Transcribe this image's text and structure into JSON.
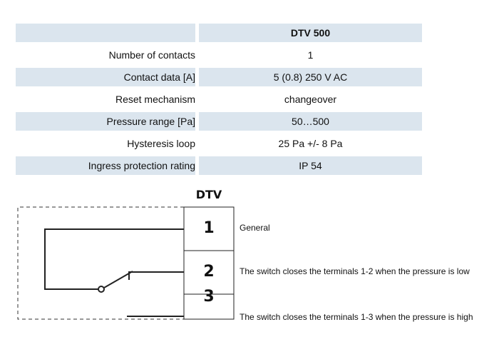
{
  "table": {
    "header_value": "DTV 500",
    "rows": [
      {
        "label": "Number of contacts",
        "value": "1"
      },
      {
        "label": "Contact data [A]",
        "value": "5 (0.8) 250 V AC"
      },
      {
        "label": "Reset mechanism",
        "value": "changeover"
      },
      {
        "label": "Pressure range [Pa]",
        "value": "50…500"
      },
      {
        "label": "Hysteresis loop",
        "value": "25 Pa +/- 8 Pa"
      },
      {
        "label": "Ingress protection rating",
        "value": "IP 54"
      }
    ],
    "shade_color": "#dbe5ee"
  },
  "diagram": {
    "title": "DTV",
    "terminals": [
      {
        "number": "1",
        "description": "General"
      },
      {
        "number": "2",
        "description": "The switch closes the terminals 1-2 when the pressure is low"
      },
      {
        "number": "3",
        "description": "The switch closes the terminals 1-3 when the pressure is high"
      }
    ]
  }
}
